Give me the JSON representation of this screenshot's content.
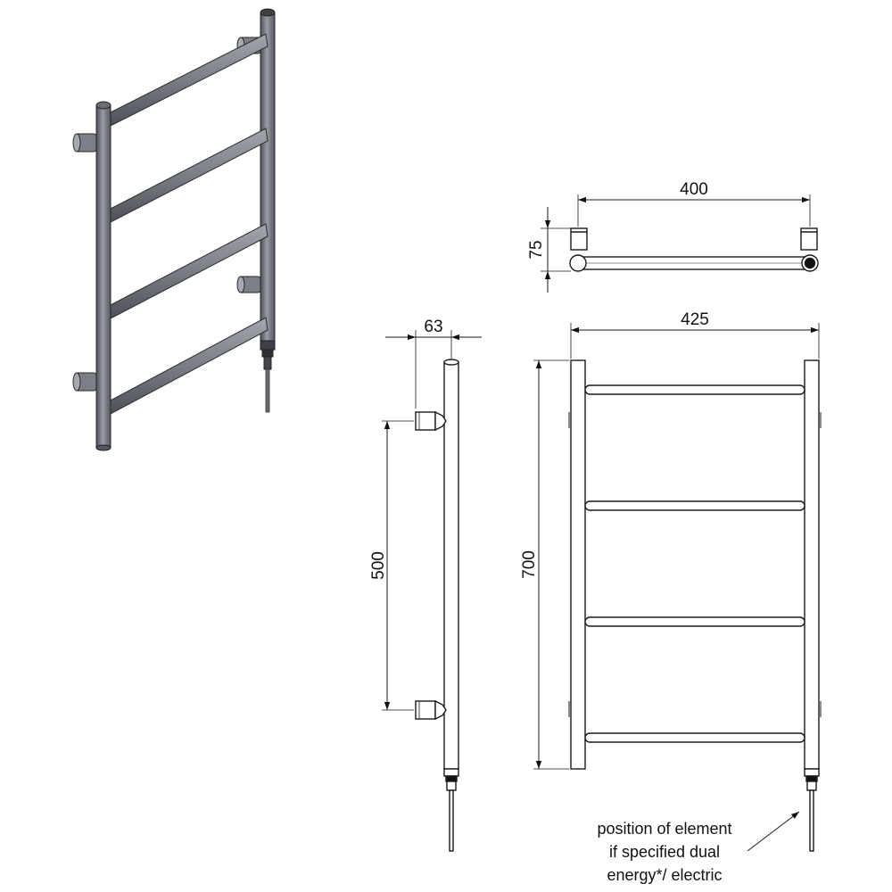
{
  "colors": {
    "line": "#1a1a1a",
    "tube_dark": "#55575e",
    "tube_mid": "#8a8c93",
    "tube_light": "#c9cbd0"
  },
  "dimensions": {
    "top_width": "400",
    "top_depth": "75",
    "wall_offset": "63",
    "bracket_spacing": "500",
    "front_width": "425",
    "front_height": "700"
  },
  "note": {
    "lines": [
      "position of element",
      "if specified dual",
      "energy*/ electric"
    ]
  }
}
